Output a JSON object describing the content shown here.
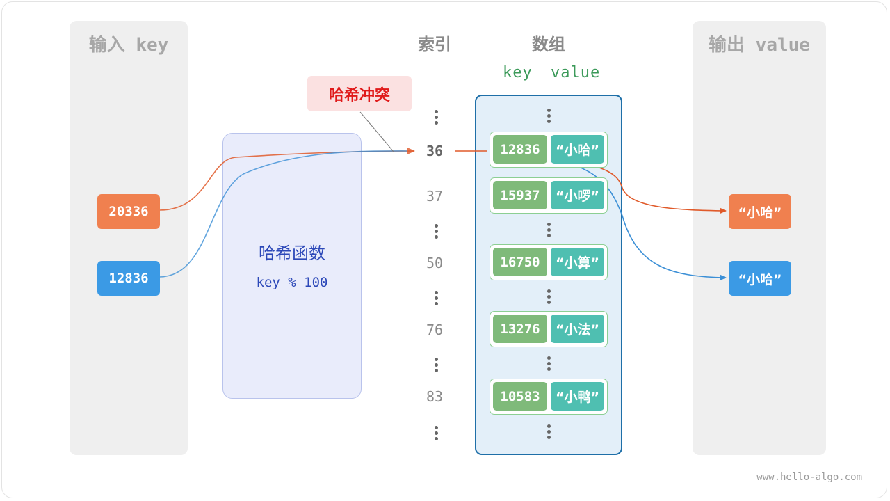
{
  "panels": {
    "input_title": "输入 key",
    "output_title": "输出 value"
  },
  "columns": {
    "index_title": "索引",
    "array_title": "数组",
    "key_header": "key",
    "value_header": "value"
  },
  "inputs": [
    {
      "key": "20336",
      "color": "#f0804f"
    },
    {
      "key": "12836",
      "color": "#3b9ae5"
    }
  ],
  "hash_function": {
    "title": "哈希函数",
    "expression": "key % 100"
  },
  "collision_label": "哈希冲突",
  "buckets": [
    {
      "index": "36",
      "key": "12836",
      "value": "“小哈”"
    },
    {
      "index": "37",
      "key": "15937",
      "value": "“小啰”"
    },
    {
      "index": "50",
      "key": "16750",
      "value": "“小算”"
    },
    {
      "index": "76",
      "key": "13276",
      "value": "“小法”"
    },
    {
      "index": "83",
      "key": "10583",
      "value": "“小鸭”"
    }
  ],
  "outputs": [
    {
      "value": "“小哈”",
      "color": "#f0804f"
    },
    {
      "value": "“小哈”",
      "color": "#3b9ae5"
    }
  ],
  "colors": {
    "cell_key": "#7fba7a",
    "cell_value": "#4fbfb1",
    "array_border": "#1e6fa8",
    "collision_text": "#e01a1a",
    "hash_text": "#2c48b8"
  },
  "watermark": "www.hello-algo.com"
}
